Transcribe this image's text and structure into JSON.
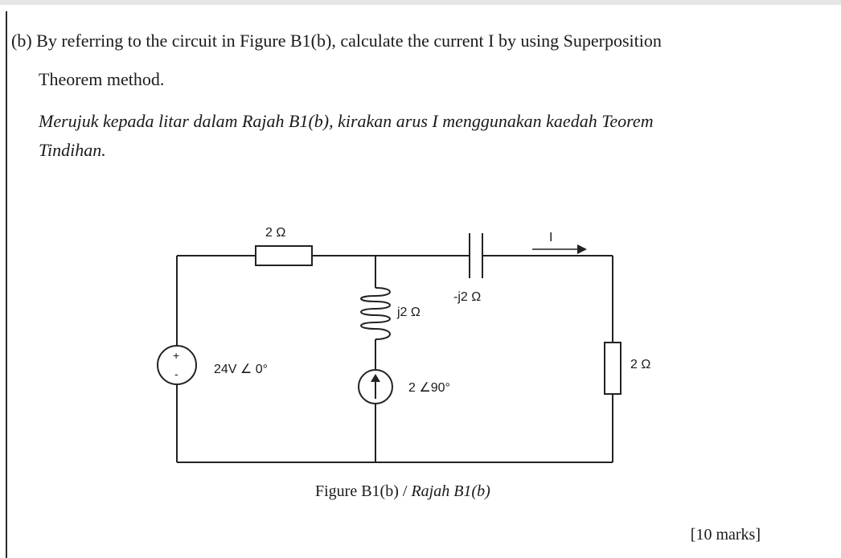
{
  "question": {
    "label": "(b)",
    "english_line1": "By referring to the circuit in Figure B1(b), calculate the current I by using Superposition",
    "english_line2": "Theorem method.",
    "malay_line1": "Merujuk kepada litar dalam Rajah B1(b), kirakan arus I menggunakan kaedah Teorem",
    "malay_line2": "Tindihan."
  },
  "circuit": {
    "r_top_label": "2 Ω",
    "capacitor_label": "-j2 Ω",
    "current_label": "I",
    "inductor_label": "j2 Ω",
    "voltage_source_label": "24V ∠ 0°",
    "voltage_plus": "+",
    "voltage_minus": "-",
    "current_source_label": "2 ∠90°",
    "r_right_label": "2 Ω"
  },
  "figure": {
    "caption_en": "Figure B1(b) / ",
    "caption_my": "Rajah B1(b)"
  },
  "marks": "[10 marks]"
}
